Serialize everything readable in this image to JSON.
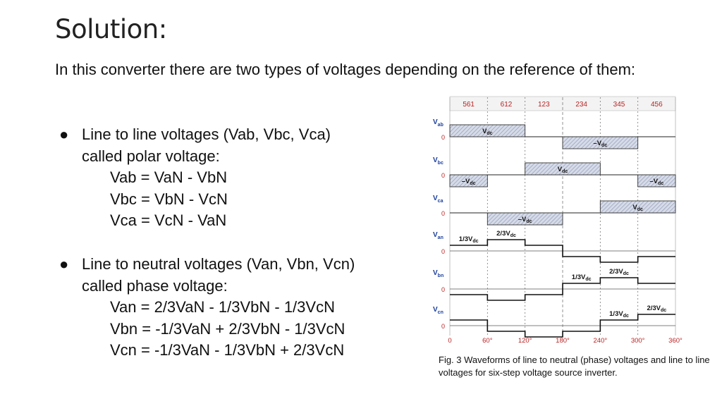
{
  "title": "Solution:",
  "intro": "In this converter there are two types of voltages depending on the reference of them:",
  "bullets": [
    {
      "symbol": "●",
      "heading": "Line to line voltages (Vab, Vbc, Vca)",
      "sub": "called polar voltage:",
      "equations": [
        "Vab = VaN - VbN",
        "Vbc = VbN - VcN",
        "Vca = VcN - VaN"
      ]
    },
    {
      "symbol": "●",
      "heading": "Line to neutral voltages (Van, Vbn, Vcn)",
      "sub": "called phase voltage:",
      "equations": [
        "Van = 2/3VaN - 1/3VbN - 1/3VcN",
        "Vbn = -1/3VaN + 2/3VbN - 1/3VcN",
        "Vcn = -1/3VaN - 1/3VbN + 2/3VcN"
      ]
    }
  ],
  "figure": {
    "sectors": [
      "561",
      "612",
      "123",
      "234",
      "345",
      "456"
    ],
    "angles": [
      "0",
      "60°",
      "120°",
      "180°",
      "240°",
      "300°",
      "360°"
    ],
    "zero": "0",
    "rows": [
      {
        "label": "V",
        "sub": "ab",
        "pulses": [
          {
            "from": 0,
            "to": 120,
            "level": 1,
            "text": "Vdc"
          },
          {
            "from": 180,
            "to": 300,
            "level": -1,
            "text": "–Vdc"
          }
        ]
      },
      {
        "label": "V",
        "sub": "bc",
        "pulses": [
          {
            "from": 0,
            "to": 60,
            "level": -1,
            "text": "–Vdc"
          },
          {
            "from": 120,
            "to": 240,
            "level": 1,
            "text": "Vdc"
          },
          {
            "from": 300,
            "to": 360,
            "level": -1,
            "text": "–Vdc"
          }
        ]
      },
      {
        "label": "V",
        "sub": "ca",
        "pulses": [
          {
            "from": 60,
            "to": 180,
            "level": -1,
            "text": "–Vdc"
          },
          {
            "from": 240,
            "to": 360,
            "level": 1,
            "text": "Vdc"
          }
        ]
      }
    ],
    "phase_rows": [
      {
        "label": "V",
        "sub": "an",
        "levels": [
          1,
          2,
          1,
          -1,
          -2,
          -1
        ],
        "texts": [
          {
            "at": 0,
            "text": "1/3Vdc"
          },
          {
            "at": 1,
            "text": "2/3Vdc"
          }
        ]
      },
      {
        "label": "V",
        "sub": "bn",
        "levels": [
          -1,
          -2,
          -1,
          1,
          2,
          1
        ],
        "texts": [
          {
            "at": 3,
            "text": "1/3Vdc"
          },
          {
            "at": 4,
            "text": "2/3Vdc"
          }
        ]
      },
      {
        "label": "V",
        "sub": "cn",
        "levels": [
          1,
          -1,
          -2,
          -1,
          1,
          2
        ],
        "texts": [
          {
            "at": 4,
            "text": "1/3Vdc"
          },
          {
            "at": 5,
            "text": "2/3Vdc"
          }
        ]
      }
    ]
  },
  "caption": "Fig. 3 Waveforms of line to neutral (phase) voltages and line to line voltages for six-step voltage source inverter."
}
